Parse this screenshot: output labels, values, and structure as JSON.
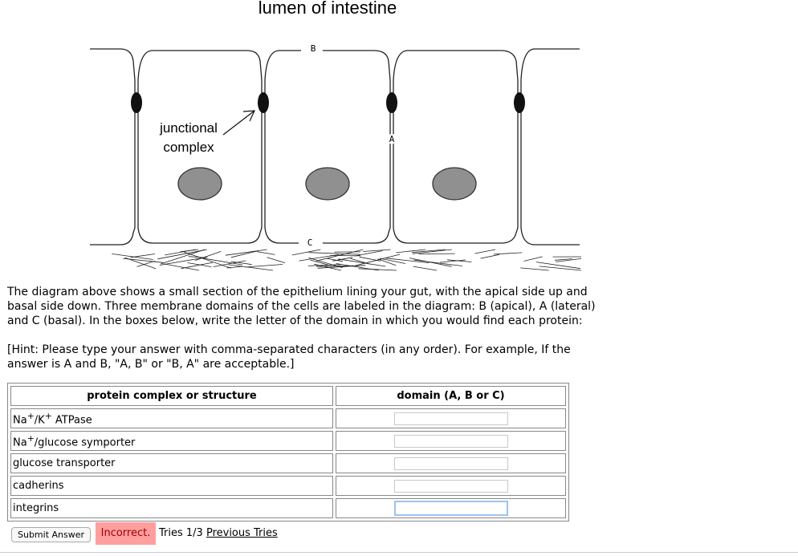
{
  "diagram": {
    "title": "lumen of intestine",
    "label_b": "B",
    "label_a": "A",
    "label_c": "C",
    "junctional_line1": "junctional",
    "junctional_line2": "complex"
  },
  "question": {
    "paragraph1_line1": "The diagram above shows a small section of the epithelium lining your gut, with the apical side up and",
    "paragraph1_line2": "basal side down. Three membrane domains of the cells are labeled in the diagram: B (apical), A (lateral)",
    "paragraph1_line3": "and C (basal). In the boxes below, write the letter of the domain in which you would find each protein:",
    "hint_line1": "[Hint: Please type your answer with comma-separated characters (in any order). For example, If the",
    "hint_line2": "answer is A and B, \"A, B\" or \"B, A\" are acceptable.]"
  },
  "table": {
    "headers": [
      "protein complex or structure",
      "domain (A, B or C)"
    ],
    "rows": [
      {
        "prefix": "Na",
        "sup1": "+",
        "mid": "/K",
        "sup2": "+",
        "suffix": " ATPase",
        "answer": ""
      },
      {
        "prefix": "Na",
        "sup1": "+",
        "suffix": "/glucose symporter",
        "answer": ""
      },
      {
        "label": "glucose transporter",
        "answer": ""
      },
      {
        "label": "cadherins",
        "answer": ""
      },
      {
        "label": "integrins",
        "answer": ""
      }
    ]
  },
  "footer": {
    "submit_label": "Submit Answer",
    "status": "Incorrect.",
    "tries": "Tries 1/3",
    "previous_tries": "Previous Tries"
  },
  "colors": {
    "status_bg": "#ff9e9e",
    "status_text": "#a00000",
    "nucleus": "#909090"
  }
}
